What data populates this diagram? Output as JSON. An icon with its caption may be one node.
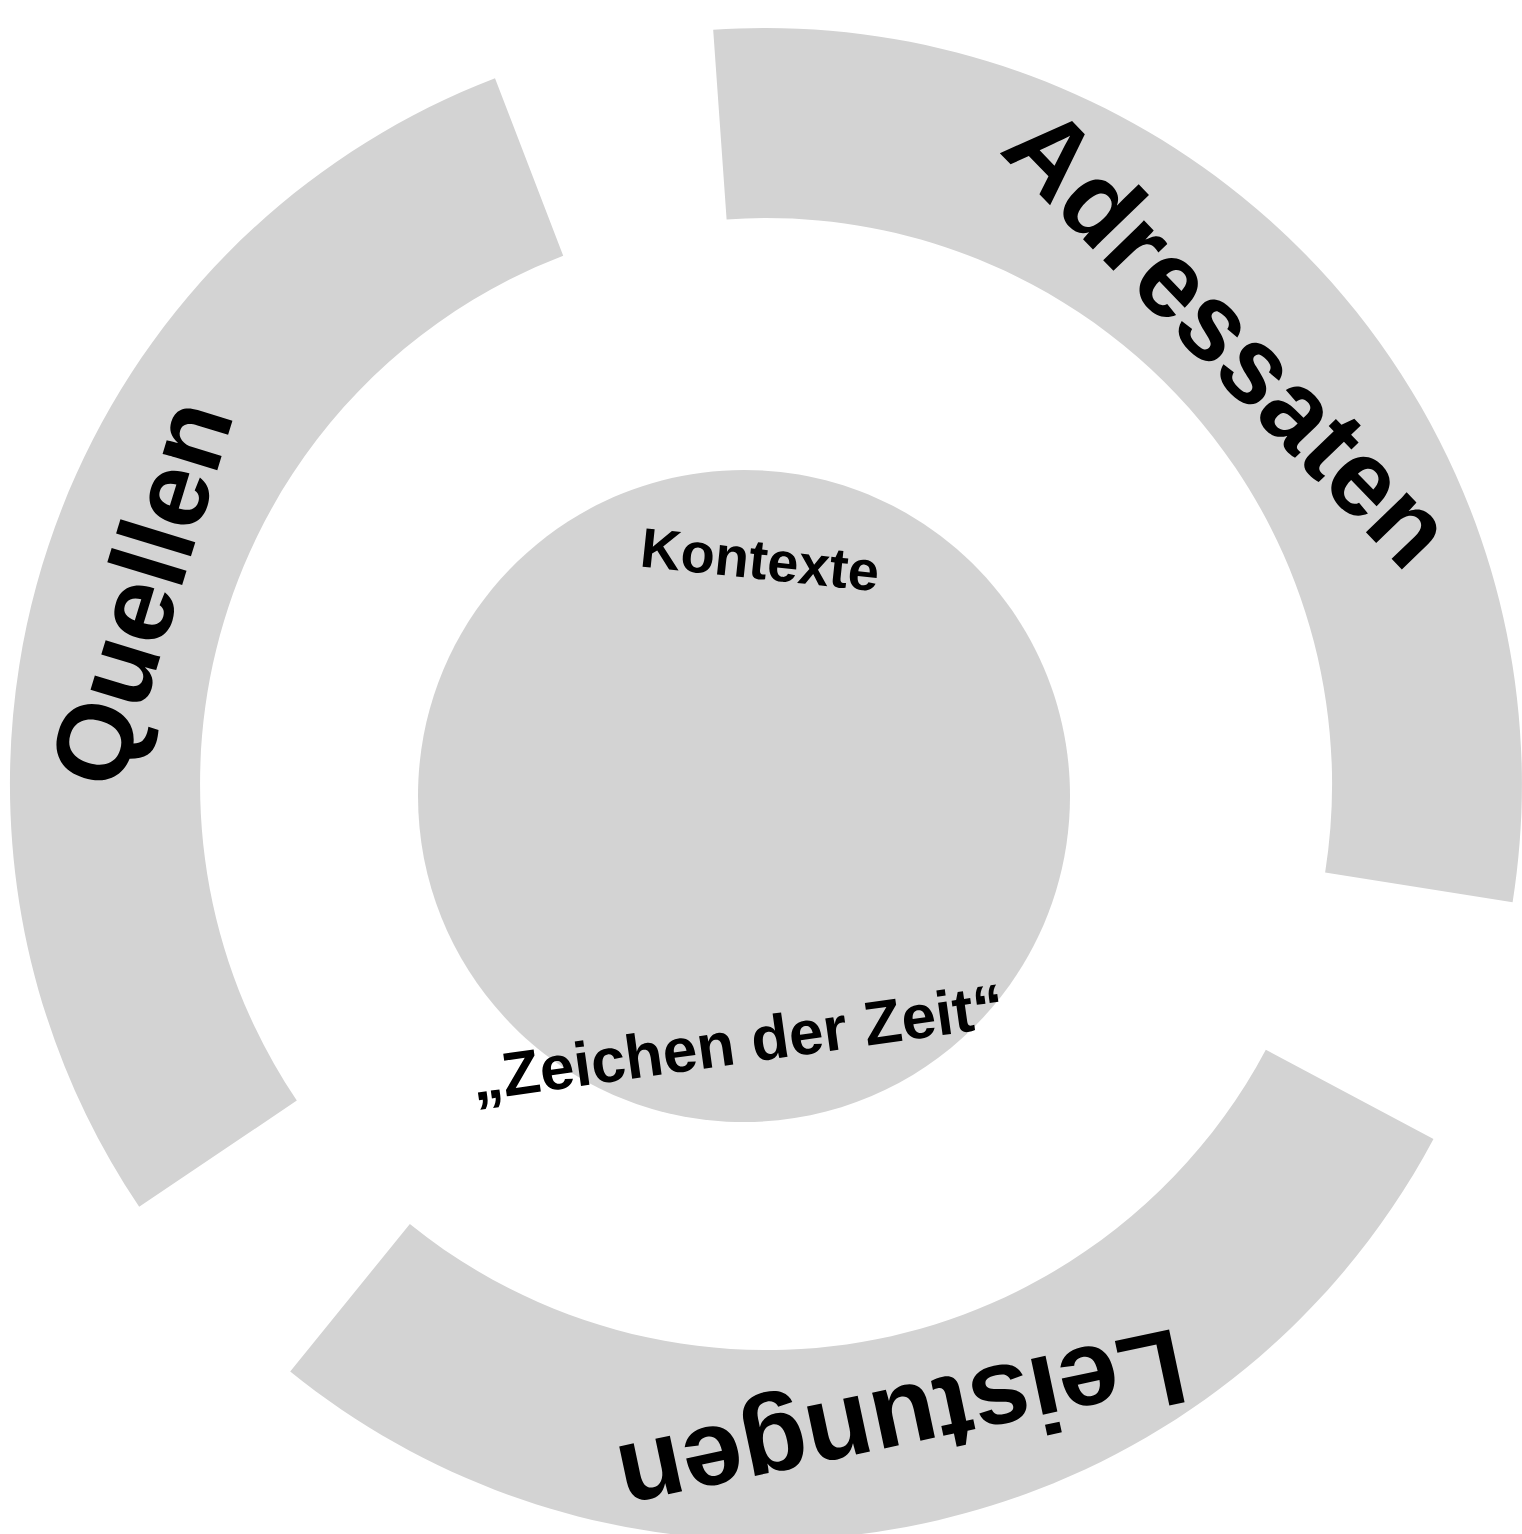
{
  "diagram": {
    "nodes": [
      {
        "text": [
          "Quellen"
        ]
      },
      {
        "text": [
          "Adressaten"
        ]
      },
      {
        "text": [
          "Leistungen"
        ]
      },
      {
        "text": [
          "Kontexte",
          "„Zeichen der Zeit“"
        ]
      }
    ]
  }
}
